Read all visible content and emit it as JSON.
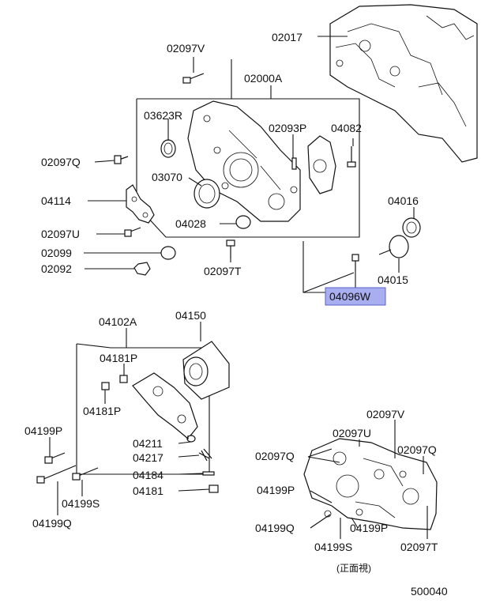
{
  "diagram": {
    "labels": {
      "p02097V_top": "02097V",
      "p02017": "02017",
      "p02000A": "02000A",
      "p03623R": "03623R",
      "p02093P": "02093P",
      "p04082": "04082",
      "p02097Q_top": "02097Q",
      "p03070": "03070",
      "p04114": "04114",
      "p04016": "04016",
      "p04028": "04028",
      "p02097U_top": "02097U",
      "p02099": "02099",
      "p02092": "02092",
      "p02097T_top": "02097T",
      "p04015": "04015",
      "p04096W": "04096W",
      "p04102A": "04102A",
      "p04150": "04150",
      "p04181P_a": "04181P",
      "p04181P_b": "04181P",
      "p04199P_left": "04199P",
      "p04211": "04211",
      "p04217": "04217",
      "p04184": "04184",
      "p04181": "04181",
      "p04199S_left": "04199S",
      "p04199Q_left": "04199Q",
      "p02097V_bot": "02097V",
      "p02097U_bot": "02097U",
      "p02097Q_bot_l": "02097Q",
      "p02097Q_bot_r": "02097Q",
      "p04199P_bot_l": "04199P",
      "p04199Q_bot": "04199Q",
      "p04199P_bot_r": "04199P",
      "p04199S_bot": "04199S",
      "p02097T_bot": "02097T",
      "view_note": "(正面視)",
      "diagram_id": "500040"
    },
    "colors": {
      "highlight_fill": "#a9aef0",
      "highlight_stroke": "#5a61c9"
    }
  }
}
